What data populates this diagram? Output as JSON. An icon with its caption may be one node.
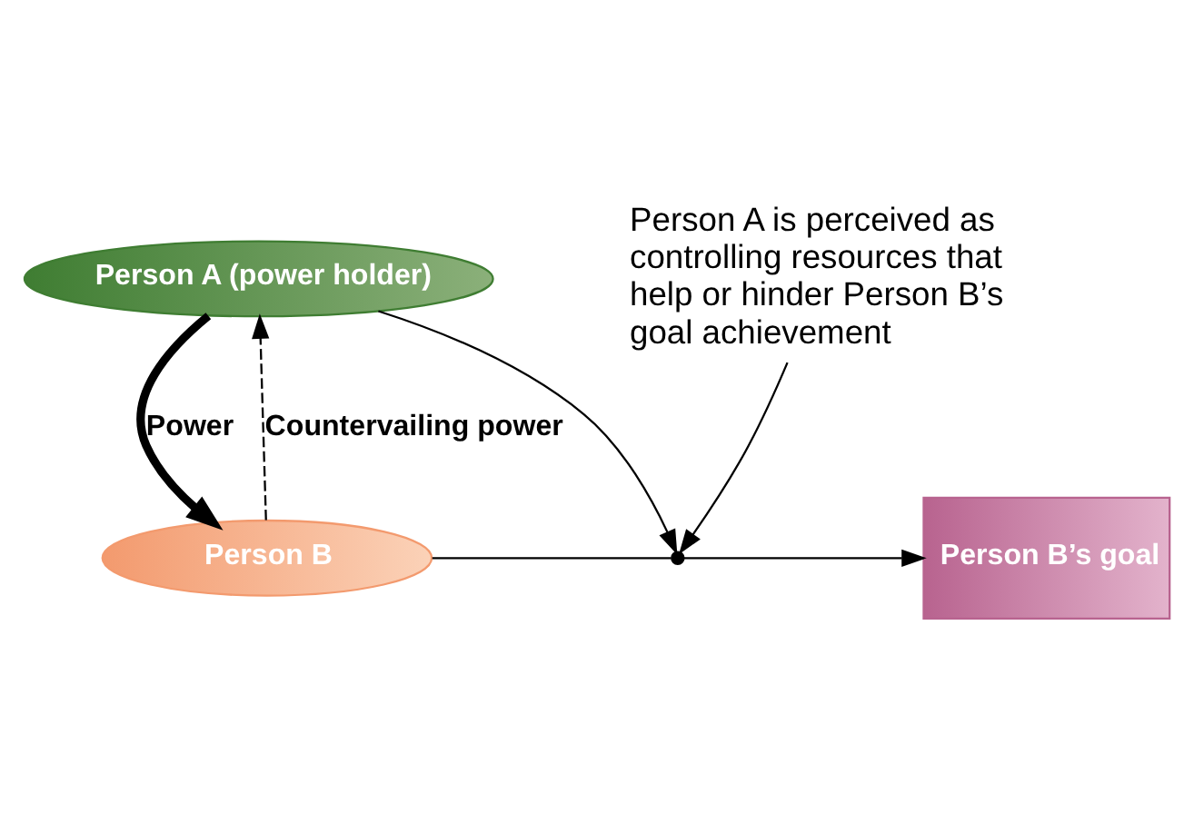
{
  "diagram": {
    "nodes": [
      {
        "text": [
          "Person A (power holder)"
        ]
      },
      {
        "text": [
          "Person B"
        ]
      },
      {
        "text": [
          "Person B’s goal"
        ]
      },
      {
        "text": [
          "Person A is perceived as controlling resources that help or hinder Person B’s goal achievement"
        ]
      },
      {
        "text": [],
        "shape": "point"
      }
    ],
    "edges": [
      {
        "from": 1,
        "to": 0,
        "arrow": "to",
        "style": "dashed",
        "label": "Countervailing power"
      },
      {
        "from": 0,
        "to": 1,
        "arrow": "to",
        "style": "thick",
        "label": "Power"
      },
      {
        "from": 0,
        "to": 4,
        "arrow": "to"
      },
      {
        "from": 1,
        "to": 4,
        "arrow": "none"
      },
      {
        "from": 4,
        "to": 2,
        "arrow": "to"
      },
      {
        "from": 3,
        "to": 4,
        "arrow": "to"
      }
    ]
  }
}
